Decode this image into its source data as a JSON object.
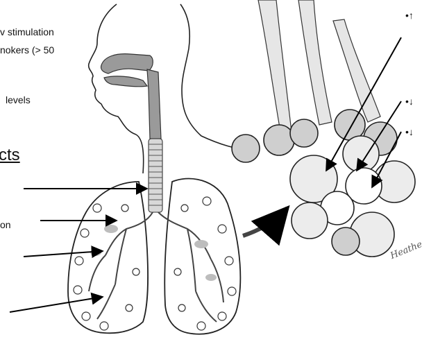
{
  "left_text": {
    "line1": "v stimulation",
    "line2": "nokers (> 50",
    "line3": "levels",
    "heading": "cts",
    "line4": "on"
  },
  "right_bullets": {
    "b1": "•↑",
    "b2": "•↓",
    "b3": "•↓"
  },
  "signature": "Heathe"
}
